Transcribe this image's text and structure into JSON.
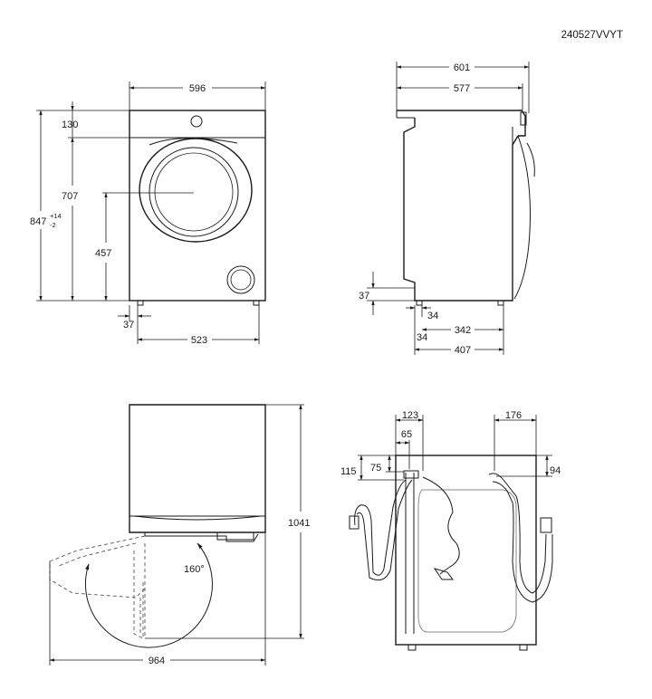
{
  "reference_code": "240527VVYT",
  "front_view": {
    "width": "596",
    "height_total": "847",
    "height_tolerance_upper": "+14",
    "height_tolerance_lower": "-2",
    "top_offset": "130",
    "door_center_height": "707",
    "door_lower_height": "457",
    "foot_inset": "37",
    "foot_span": "523"
  },
  "side_view": {
    "depth_overall": "601",
    "depth_body": "577",
    "foot_height": "37",
    "foot_offset_a": "34",
    "foot_spacing": "342",
    "foot_offset_b": "34",
    "foot_to_back": "407"
  },
  "top_view": {
    "height_door_open": "1041",
    "door_angle": "160°",
    "depth_door_open": "964"
  },
  "rear_view": {
    "drain_offset": "123",
    "drain_hose_offset": "65",
    "inlet_offset": "176",
    "drain_height": "115",
    "drain_hose_height": "75",
    "inlet_height": "94"
  }
}
